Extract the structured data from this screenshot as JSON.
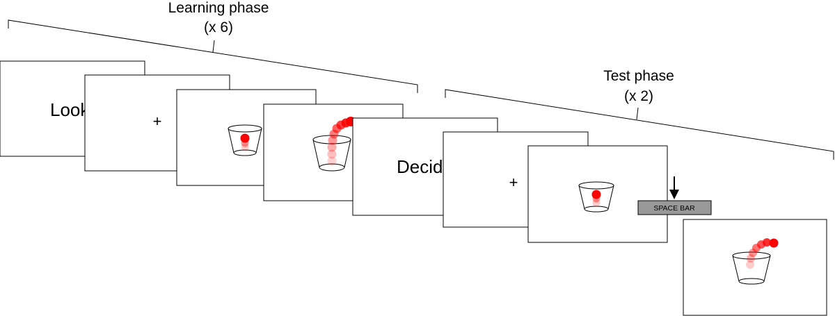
{
  "learning_phase": {
    "title": "Learning phase",
    "count": "(x 6)",
    "screens": {
      "instruction_text": "Look",
      "fixation": "+"
    }
  },
  "test_phase": {
    "title": "Test phase",
    "count": "(x 2)",
    "screens": {
      "instruction_text": "Decid",
      "fixation": "+",
      "response_key": "SPACE BAR"
    }
  },
  "colors": {
    "ball": "#ff0000",
    "key_fill": "#999999",
    "frame": "#000000"
  }
}
